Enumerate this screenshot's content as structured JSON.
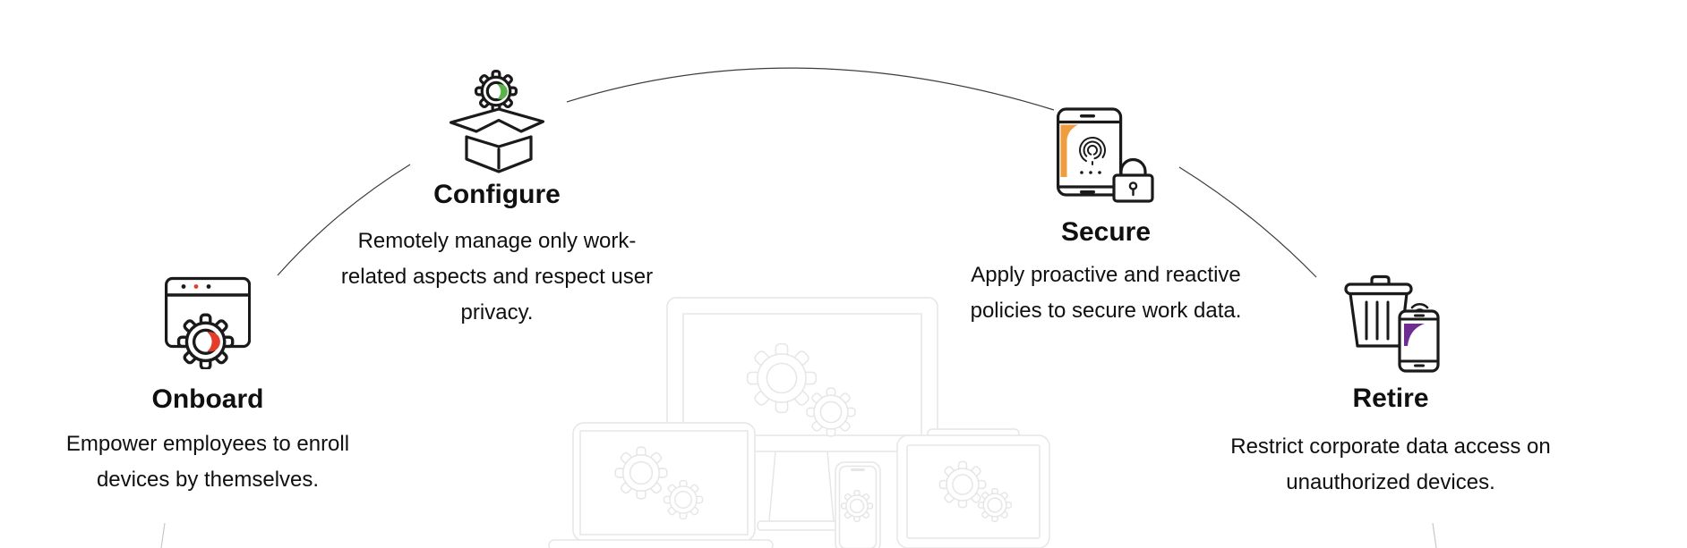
{
  "page": {
    "background": "#ffffff"
  },
  "colors": {
    "text": "#101010",
    "icon_stroke": "#1a1a1a",
    "red": "#e43e2b",
    "green": "#58b348",
    "orange": "#ef9d3e",
    "purple": "#6f2c91",
    "arc": "#3d3d3d",
    "arc_faded": "#c9c9c9",
    "illustration": "#e6e6e6"
  },
  "stages": [
    {
      "id": "onboard",
      "title": "Onboard",
      "description": "Empower employees to enroll devices by themselves.",
      "icon": "browser-gear-icon"
    },
    {
      "id": "configure",
      "title": "Configure",
      "description": "Remotely manage only work-related aspects and respect user privacy.",
      "icon": "open-box-gear-icon"
    },
    {
      "id": "secure",
      "title": "Secure",
      "description": "Apply proactive and reactive policies to secure work data.",
      "icon": "device-fingerprint-lock-icon"
    },
    {
      "id": "retire",
      "title": "Retire",
      "description": "Restrict corporate data access on unauthorized devices.",
      "icon": "trash-phone-icon"
    }
  ],
  "lifecycle_connector": {
    "shape": "arc",
    "segments": [
      "onboard-to-configure",
      "configure-to-secure",
      "secure-to-retire",
      "bottom-left-stub",
      "bottom-right-stub"
    ]
  },
  "illustration": {
    "devices": [
      "monitor",
      "laptop",
      "phone",
      "tablet"
    ],
    "motif": "gears"
  }
}
